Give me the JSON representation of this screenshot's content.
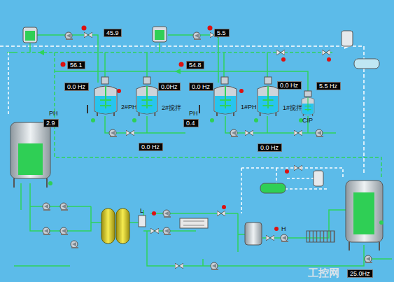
{
  "diagram": {
    "nodes": [
      {
        "text": [
          "45.9"
        ]
      },
      {
        "text": [
          "5.5"
        ]
      },
      {
        "text": [
          "56.1"
        ]
      },
      {
        "text": [
          "54.8"
        ]
      },
      {
        "text": [
          "0.0 Hz"
        ]
      },
      {
        "text": [
          "2#PH"
        ]
      },
      {
        "text": [
          "0.0Hz"
        ]
      },
      {
        "text": [
          "2#搅拌"
        ]
      },
      {
        "text": [
          "0.0 Hz"
        ]
      },
      {
        "text": [
          "1#PH"
        ]
      },
      {
        "text": [
          "0.0 Hz"
        ]
      },
      {
        "text": [
          "1#搅拌"
        ]
      },
      {
        "text": [
          "5.5 Hz"
        ]
      },
      {
        "text": [
          "CIP"
        ]
      },
      {
        "text": [
          "2.9"
        ]
      },
      {
        "text": [
          "0.4"
        ]
      },
      {
        "text": [
          "0.0 Hz"
        ]
      },
      {
        "text": [
          "0.0 Hz"
        ]
      },
      {
        "text": [
          "25.0Hz"
        ]
      }
    ],
    "labels": [
      "PH",
      "PH",
      "L",
      "H",
      "工控网"
    ]
  }
}
